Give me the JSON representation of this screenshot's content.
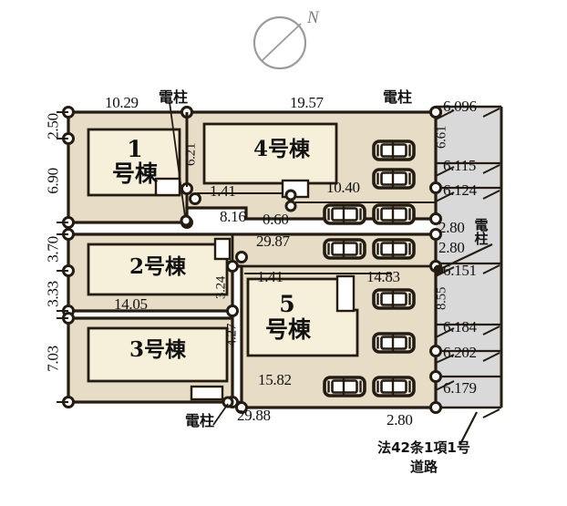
{
  "figure": {
    "kind": "property-plat-map",
    "compass": {
      "label": "N"
    },
    "colors": {
      "lot_fill": "#e7dcc6",
      "building_fill": "#f6efd9",
      "road_fill": "#d9d9d9",
      "line": "#241c11",
      "node": "#ffffff",
      "text": "#111111"
    }
  },
  "lots": [
    {
      "id": "lot1",
      "label": "1\n号棟"
    },
    {
      "id": "lot2",
      "label": "2号棟"
    },
    {
      "id": "lot3",
      "label": "3号棟"
    },
    {
      "id": "lot4",
      "label": "4号棟"
    },
    {
      "id": "lot5",
      "label": "5\n号棟"
    }
  ],
  "lot_labels": {
    "lot1_line1": "1",
    "lot1_line2": "号棟",
    "lot2": "2号棟",
    "lot3": "3号棟",
    "lot4": "4号棟",
    "lot5_line1": "5",
    "lot5_line2": "号棟"
  },
  "dimensions": {
    "top_left": "10.29",
    "top_right": "19.57",
    "left_1": "2.50",
    "left_2": "6.90",
    "left_3": "3.70",
    "left_4": "3.33",
    "left_5": "7.03",
    "mid_621": "6.21",
    "mid_141_upper": "1.41",
    "mid_816": "8.16",
    "mid_060": "0.60",
    "mid_1040": "10.40",
    "mid_2987": "29.87",
    "mid_1405": "14.05",
    "mid_324": "3.24",
    "mid_141_lower": "1.41",
    "mid_1483": "14.83",
    "mid_427": "4.27",
    "mid_1582": "15.82",
    "bottom_2988": "29.88",
    "right_855": "8.55",
    "right_661": "6.61",
    "right_280_upper": "2.80",
    "right_280_lower": "2.80",
    "bottom_280": "2.80"
  },
  "elevations": {
    "e1": "6.096",
    "e2": "6.115",
    "e3": "6.124",
    "e4": "6.151",
    "e5": "6.184",
    "e6": "6.202",
    "e7": "6.179"
  },
  "annotations": {
    "pole_top_left": "電柱",
    "pole_top_right": "電柱",
    "pole_right": "電柱",
    "pole_bottom": "電柱",
    "road_note_line1": "法42条1項1号",
    "road_note_line2": "道路"
  }
}
